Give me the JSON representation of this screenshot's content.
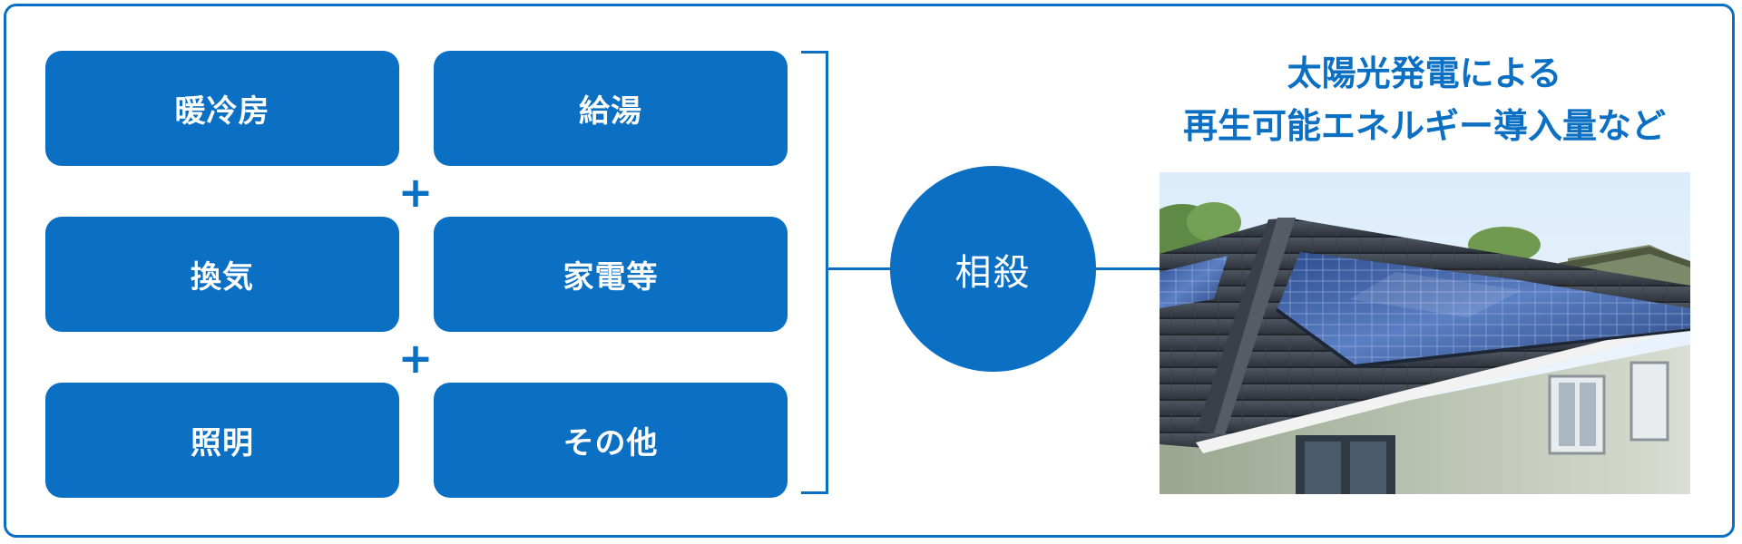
{
  "boxes": [
    {
      "label": "暖冷房"
    },
    {
      "label": "給湯"
    },
    {
      "label": "換気"
    },
    {
      "label": "家電等"
    },
    {
      "label": "照明"
    },
    {
      "label": "その他"
    }
  ],
  "plus_symbol": "+",
  "circle_label": "相殺",
  "heading": {
    "line1": "太陽光発電による",
    "line2": "再生可能エネルギー導入量など"
  },
  "image": {
    "icon": "solar-house-roof-photo"
  },
  "colors": {
    "accent": "#0b6fc3",
    "text_on_accent": "#ffffff"
  }
}
